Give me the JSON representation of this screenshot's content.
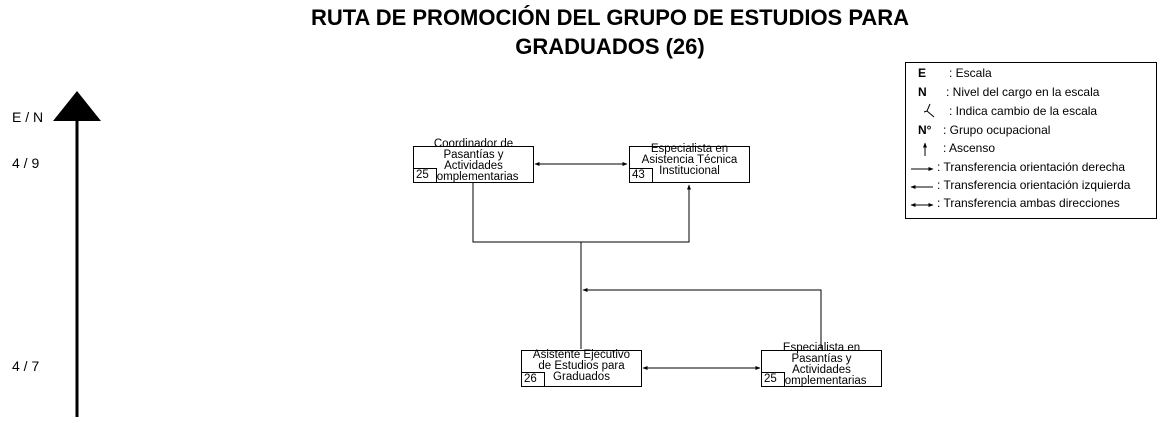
{
  "title": {
    "line1": "RUTA DE PROMOCIÓN DEL GRUPO DE ESTUDIOS PARA",
    "line2": "GRADUADOS (26)"
  },
  "axis": {
    "label": "E / N",
    "levels": [
      "4 / 9",
      "4 / 7"
    ]
  },
  "positions": [
    {
      "id": "coordinador",
      "lines": [
        "Coordinador de",
        "Pasantías y",
        "Actividades",
        "Complementarias"
      ],
      "code": "25"
    },
    {
      "id": "especialista-asistencia",
      "lines": [
        "Especialista en",
        "Asistencia Técnica",
        "Institucional"
      ],
      "code": "43"
    },
    {
      "id": "asistente-ejecutivo",
      "lines": [
        "Asistente Ejecutivo",
        "de Estudios para",
        "Graduados"
      ],
      "code": "26"
    },
    {
      "id": "especialista-pasantias",
      "lines": [
        "Especialista en",
        "Pasantías y",
        "Actividades",
        "Complementarias"
      ],
      "code": "25"
    }
  ],
  "legend": [
    {
      "symbol": "E",
      "text": ": Escala"
    },
    {
      "symbol": "N",
      "text": ": Nivel del cargo en la escala"
    },
    {
      "symbol": "⤙",
      "text": ": Indica cambio de la escala"
    },
    {
      "symbol": "N°",
      "text": ": Grupo ocupacional"
    },
    {
      "symbol": "arrow-up",
      "text": ": Ascenso"
    },
    {
      "symbol": "arrow-right",
      "text": ": Transferencia orientación derecha"
    },
    {
      "symbol": "arrow-left",
      "text": ": Transferencia orientación izquierda"
    },
    {
      "symbol": "arrow-both",
      "text": ": Transferencia ambas direcciones"
    }
  ]
}
